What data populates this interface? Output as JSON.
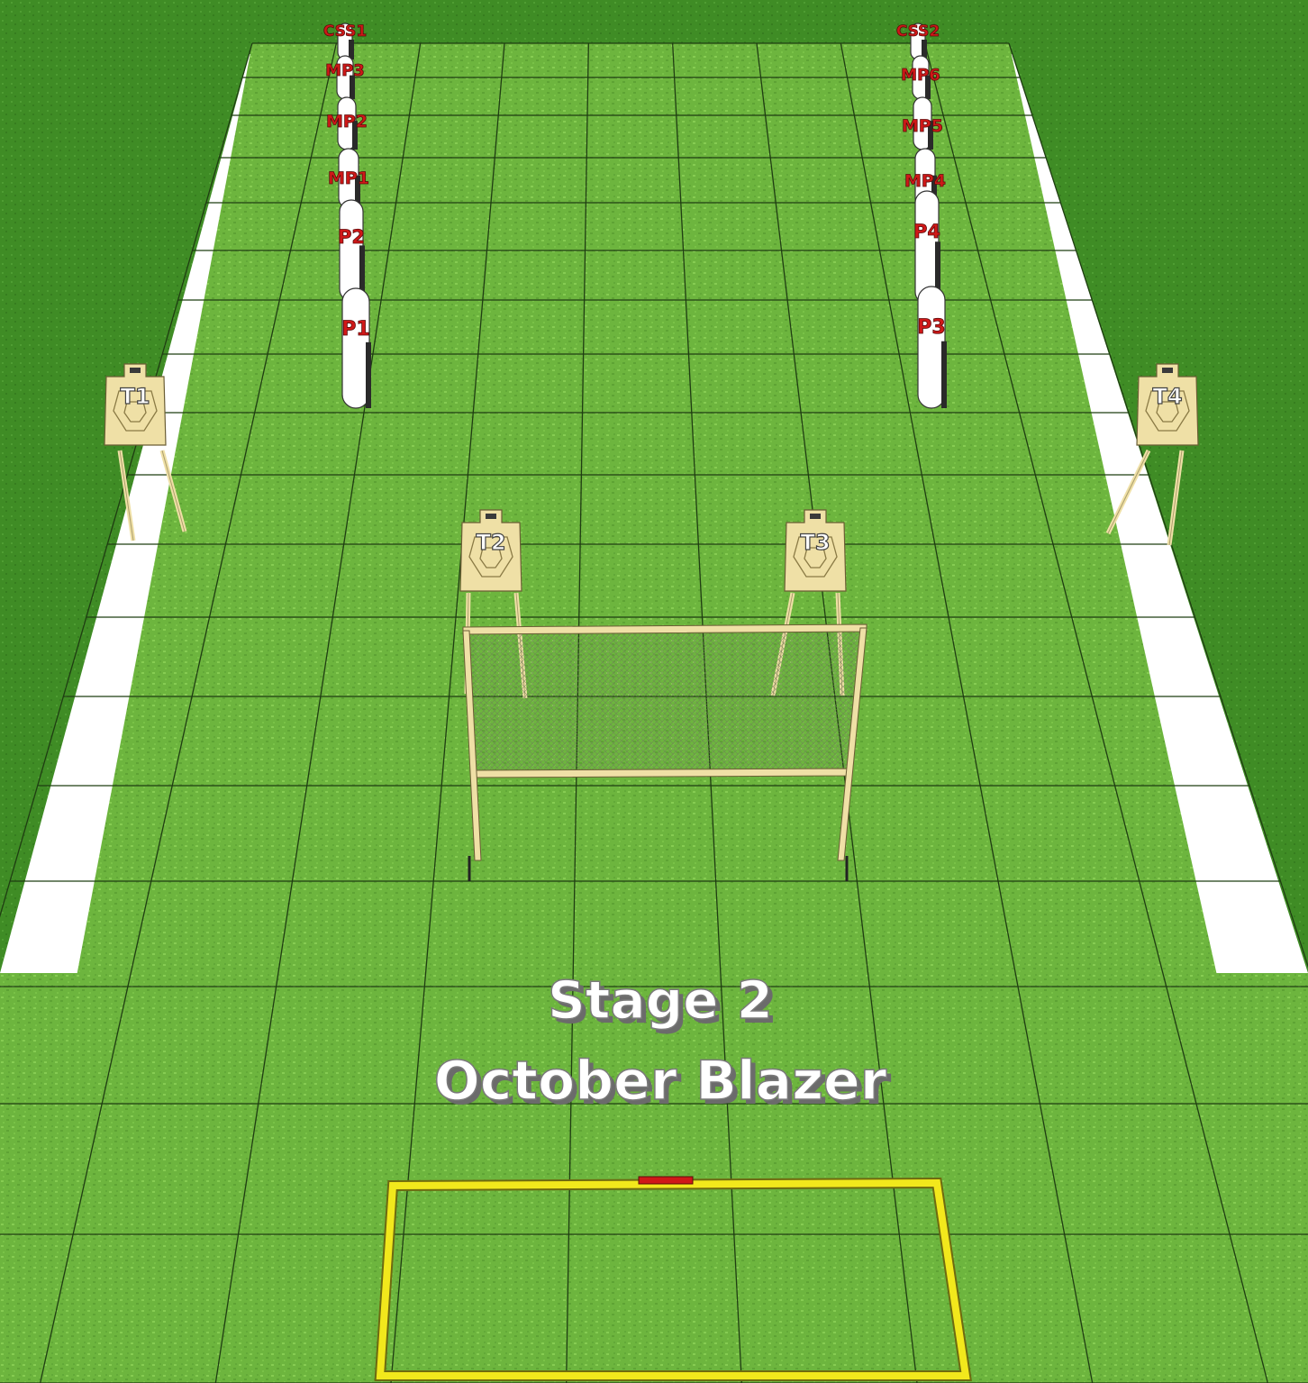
{
  "stage": {
    "title": "Stage 2",
    "subtitle": "October Blazer"
  },
  "colors": {
    "grass_light": "#7cc34a",
    "grass_dark": "#4e9a2a",
    "wall_left": "#3f8a26",
    "wall_right": "#478f2b",
    "grid_line": "#1f3d12",
    "target_tan": "#efe0a6",
    "box_yellow": "#f2e81c",
    "red_label": "#d01818",
    "white": "#ffffff"
  },
  "targets": [
    {
      "label": "T1"
    },
    {
      "label": "T2"
    },
    {
      "label": "T3"
    },
    {
      "label": "T4"
    }
  ],
  "left_poppers": [
    "CSS1",
    "MP3",
    "MP2",
    "MP1",
    "P2",
    "P1"
  ],
  "right_poppers": [
    "CSS2",
    "MP6",
    "MP5",
    "MP4",
    "P4",
    "P3"
  ],
  "props": [
    "barricade-mesh-window",
    "shooting-box",
    "start-marker"
  ]
}
